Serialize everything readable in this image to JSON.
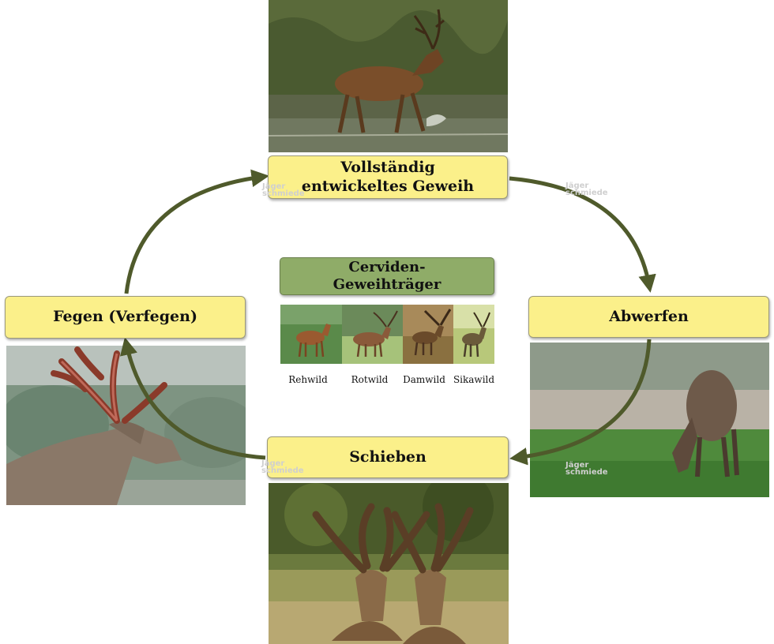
{
  "cycle": {
    "stages": {
      "top": "Vollständig entwickeltes Geweih",
      "right": "Abwerfen",
      "bottom": "Schieben",
      "left": "Fegen (Verfegen)"
    },
    "arrow_color": "#4f5a2b",
    "box_color": "#fbf08a"
  },
  "center": {
    "title": "Cerviden-Geweihträger",
    "species": [
      "Rehwild",
      "Rotwild",
      "Damwild",
      "Sikawild"
    ]
  },
  "watermark": "Jäger schmiede",
  "photos": {
    "top": "red-deer-stag-wading-photo",
    "right": "grazing-deer-photo",
    "bottom": "two-stags-velvet-antlers-photo",
    "left": "stag-shedding-velvet-photo"
  }
}
